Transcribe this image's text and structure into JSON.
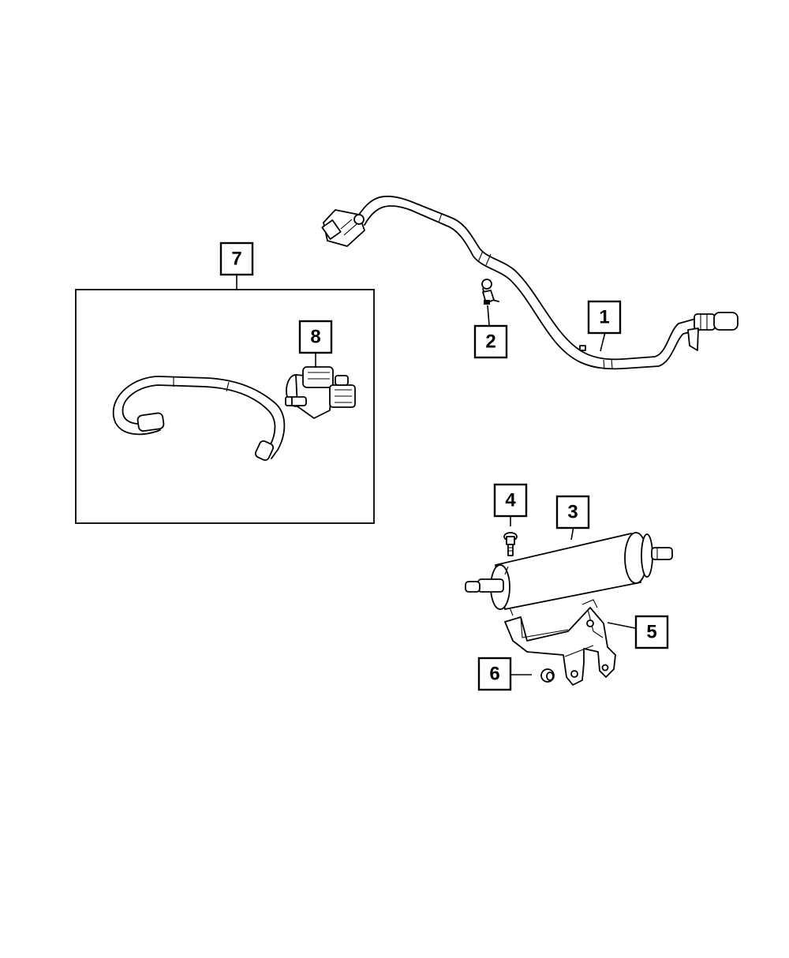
{
  "diagram": {
    "colors": {
      "line": "#000000",
      "background": "#ffffff"
    },
    "callouts": [
      {
        "id": "1",
        "label": "1"
      },
      {
        "id": "2",
        "label": "2"
      },
      {
        "id": "3",
        "label": "3"
      },
      {
        "id": "4",
        "label": "4"
      },
      {
        "id": "5",
        "label": "5"
      },
      {
        "id": "6",
        "label": "6"
      },
      {
        "id": "7",
        "label": "7"
      },
      {
        "id": "8",
        "label": "8"
      }
    ]
  }
}
